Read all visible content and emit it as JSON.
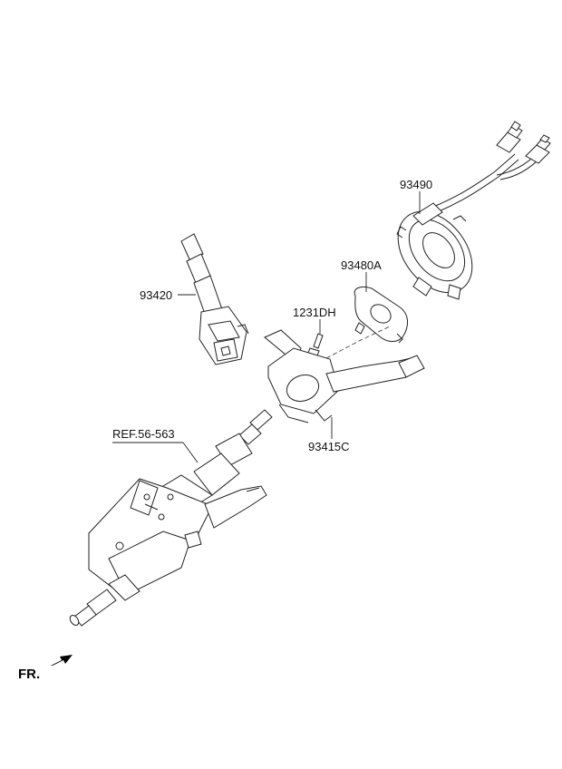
{
  "labels": {
    "p93490": "93490",
    "p93480A": "93480A",
    "p1231DH": "1231DH",
    "p93420": "93420",
    "p93415C": "93415C",
    "ref": "REF.56-563",
    "fr": "FR."
  }
}
